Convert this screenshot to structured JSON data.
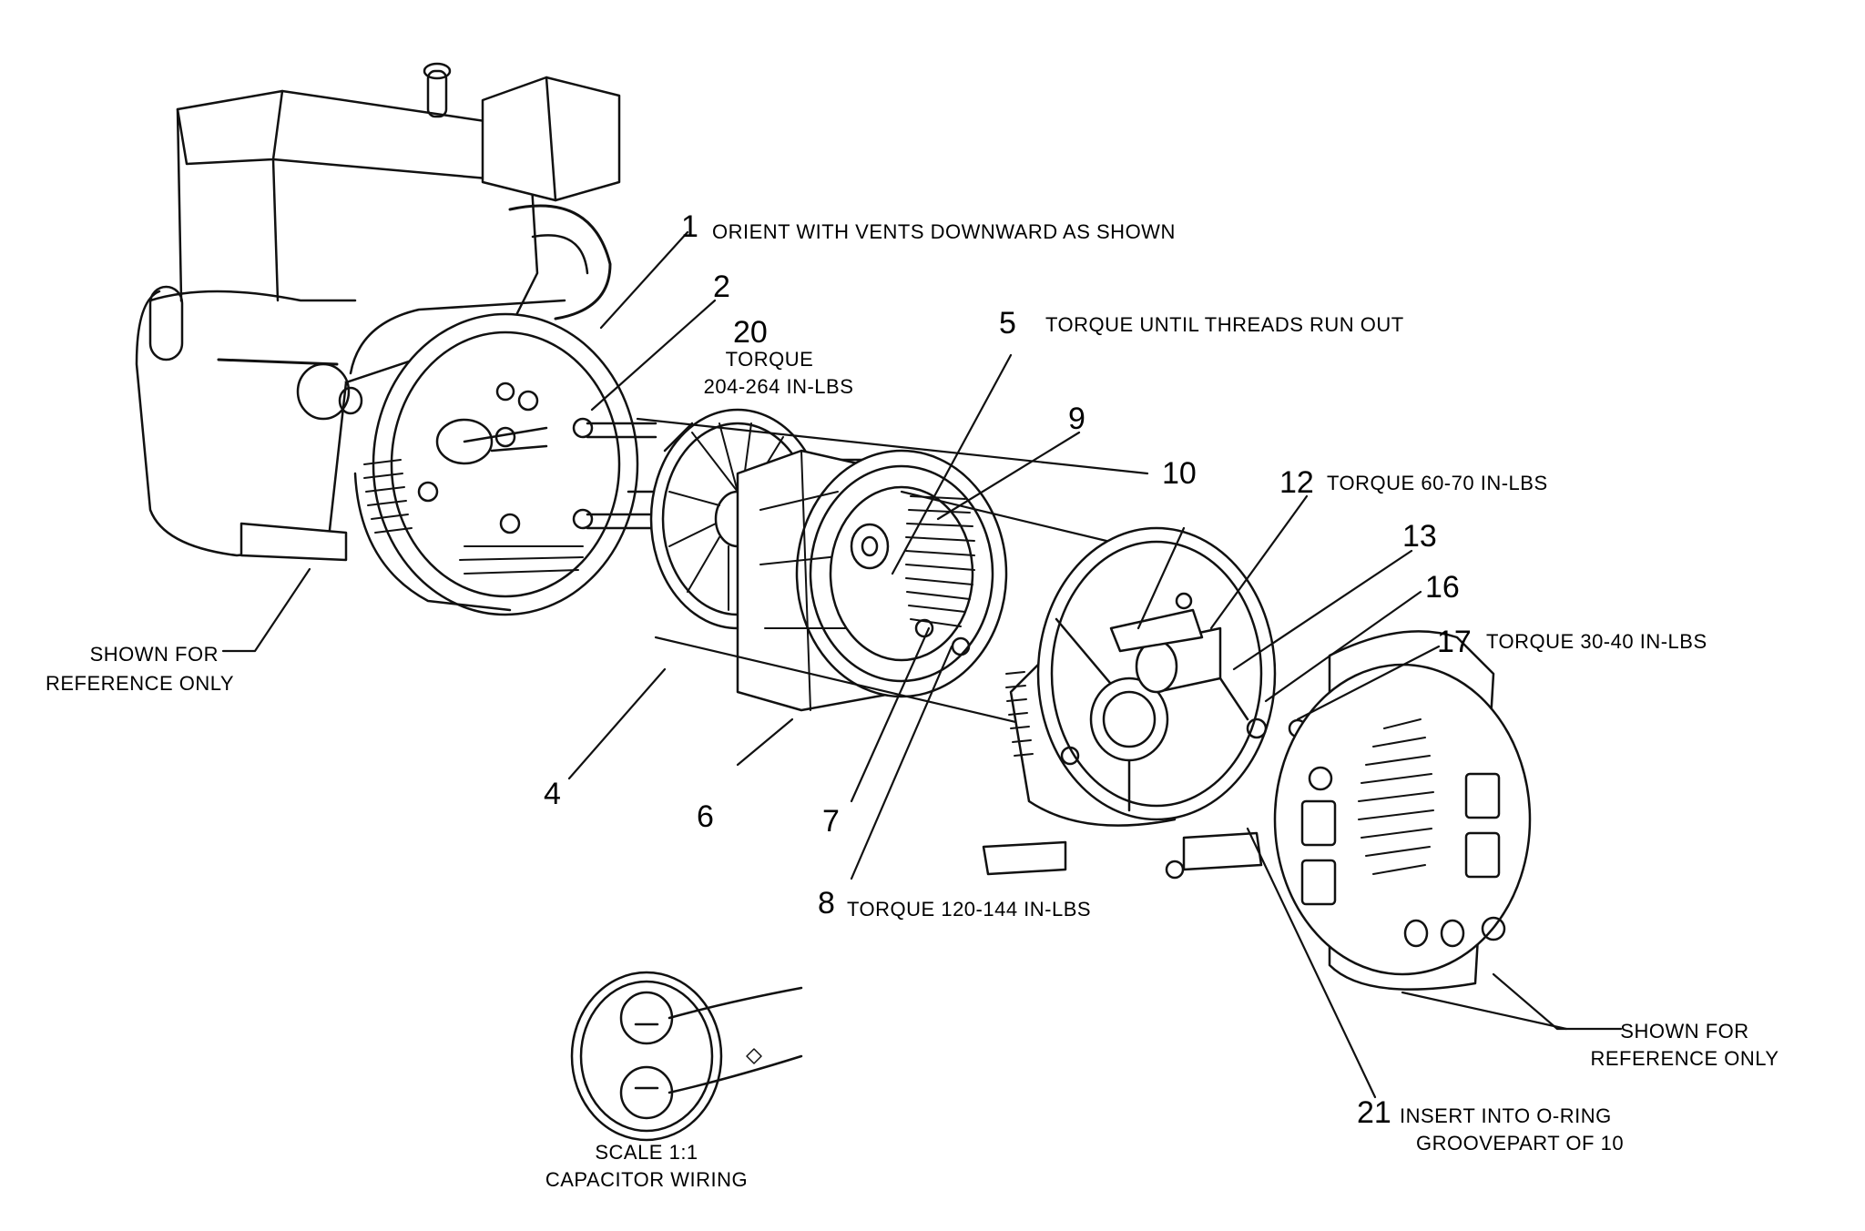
{
  "callouts": {
    "c1": {
      "num": "1",
      "note": "ORIENT WITH VENTS DOWNWARD AS SHOWN"
    },
    "c2": {
      "num": "2"
    },
    "c20": {
      "num": "20",
      "note1": "TORQUE",
      "note2": "204-264 IN-LBS"
    },
    "c5": {
      "num": "5",
      "note": "TORQUE UNTIL THREADS RUN OUT"
    },
    "c9": {
      "num": "9"
    },
    "c10": {
      "num": "10"
    },
    "c12": {
      "num": "12",
      "note": "TORQUE 60-70 IN-LBS"
    },
    "c13": {
      "num": "13"
    },
    "c16": {
      "num": "16"
    },
    "c17": {
      "num": "17",
      "note": "TORQUE 30-40 IN-LBS"
    },
    "c4": {
      "num": "4"
    },
    "c6": {
      "num": "6"
    },
    "c7": {
      "num": "7"
    },
    "c8": {
      "num": "8",
      "note": "TORQUE 120-144 IN-LBS"
    },
    "c21": {
      "num": "21",
      "note1": "INSERT INTO O-RING",
      "note2": "GROOVEPART OF 10"
    }
  },
  "reference_left": {
    "line1": "SHOWN FOR",
    "line2": "REFERENCE ONLY"
  },
  "reference_right": {
    "line1": "SHOWN FOR",
    "line2": "REFERENCE ONLY"
  },
  "capacitor": {
    "line1": "SCALE 1:1",
    "line2": "CAPACITOR WIRING"
  }
}
